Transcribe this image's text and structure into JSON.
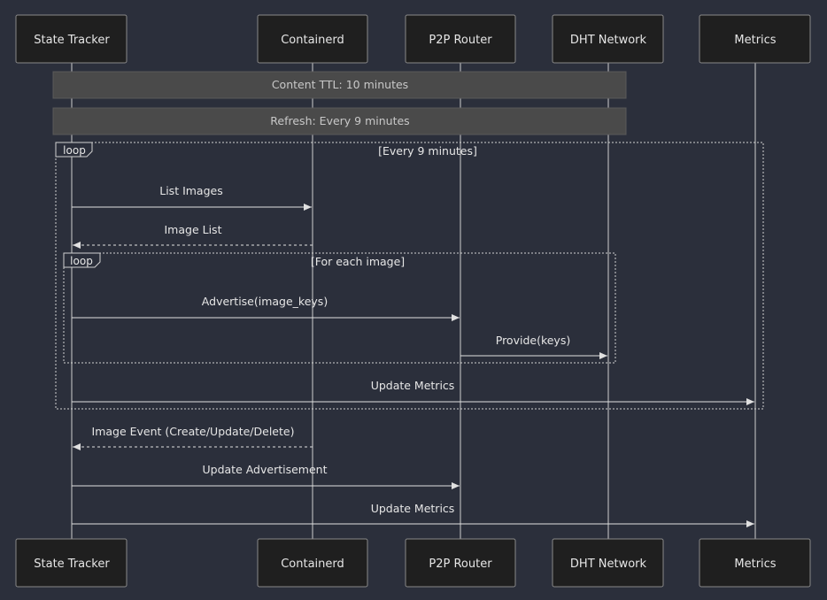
{
  "actors": [
    {
      "id": "tracker",
      "label": "State Tracker"
    },
    {
      "id": "containerd",
      "label": "Containerd"
    },
    {
      "id": "router",
      "label": "P2P Router"
    },
    {
      "id": "dht",
      "label": "DHT Network"
    },
    {
      "id": "metrics",
      "label": "Metrics"
    }
  ],
  "notes": [
    {
      "text": "Content TTL: 10 minutes",
      "from": "tracker",
      "to": "dht"
    },
    {
      "text": "Refresh: Every 9 minutes",
      "from": "tracker",
      "to": "dht"
    }
  ],
  "loops": [
    {
      "tab": "loop",
      "condition": "[Every 9 minutes]"
    },
    {
      "tab": "loop",
      "condition": "[For each image]"
    }
  ],
  "messages": [
    {
      "text": "List Images",
      "from": "tracker",
      "to": "containerd",
      "style": "solid"
    },
    {
      "text": "Image List",
      "from": "containerd",
      "to": "tracker",
      "style": "dashed"
    },
    {
      "text": "Advertise(image_keys)",
      "from": "tracker",
      "to": "router",
      "style": "solid"
    },
    {
      "text": "Provide(keys)",
      "from": "router",
      "to": "dht",
      "style": "solid"
    },
    {
      "text": "Update Metrics",
      "from": "tracker",
      "to": "metrics",
      "style": "solid"
    },
    {
      "text": "Image Event (Create/Update/Delete)",
      "from": "containerd",
      "to": "tracker",
      "style": "dashed"
    },
    {
      "text": "Update Advertisement",
      "from": "tracker",
      "to": "router",
      "style": "solid"
    },
    {
      "text": "Update Metrics",
      "from": "tracker",
      "to": "metrics",
      "style": "solid"
    }
  ]
}
